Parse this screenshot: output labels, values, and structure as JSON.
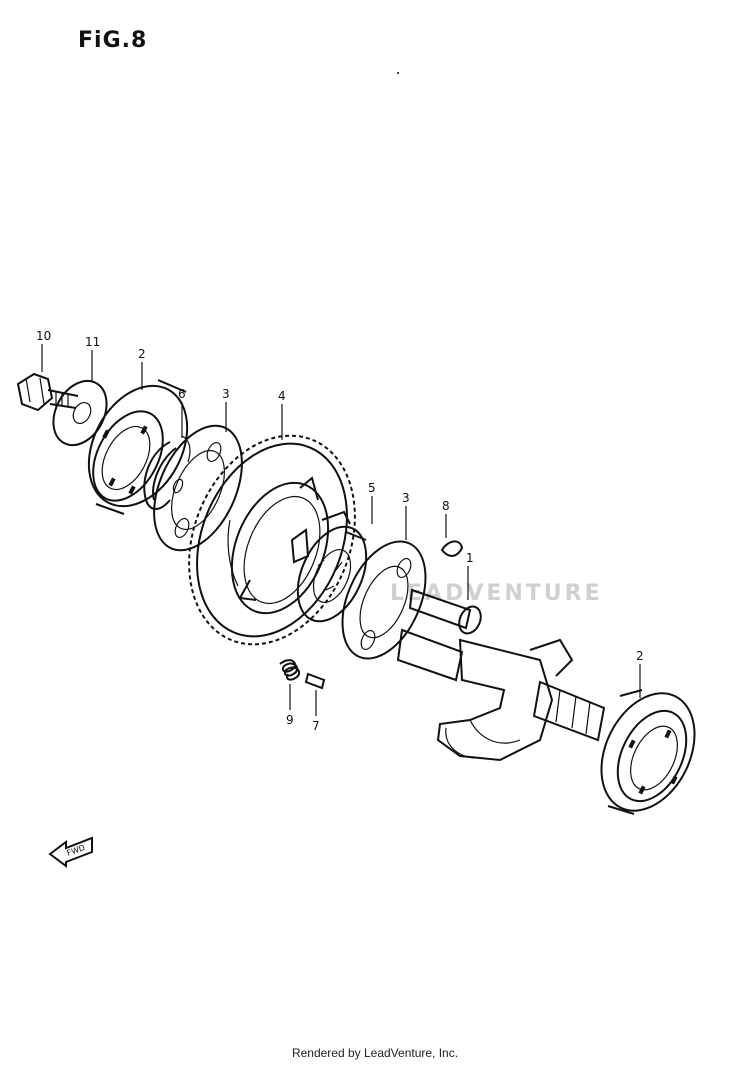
{
  "figure": {
    "title": "FiG.8"
  },
  "callouts": {
    "c10": "10",
    "c11": "11",
    "c2a": "2",
    "c6": "6",
    "c3a": "3",
    "c4": "4",
    "c5": "5",
    "c3b": "3",
    "c8": "8",
    "c1": "1",
    "c2b": "2",
    "c9": "9",
    "c7": "7"
  },
  "fwd_arrow": {
    "label": "FWD"
  },
  "watermark": "LEADVENTURE",
  "footer": "Rendered by LeadVenture, Inc."
}
